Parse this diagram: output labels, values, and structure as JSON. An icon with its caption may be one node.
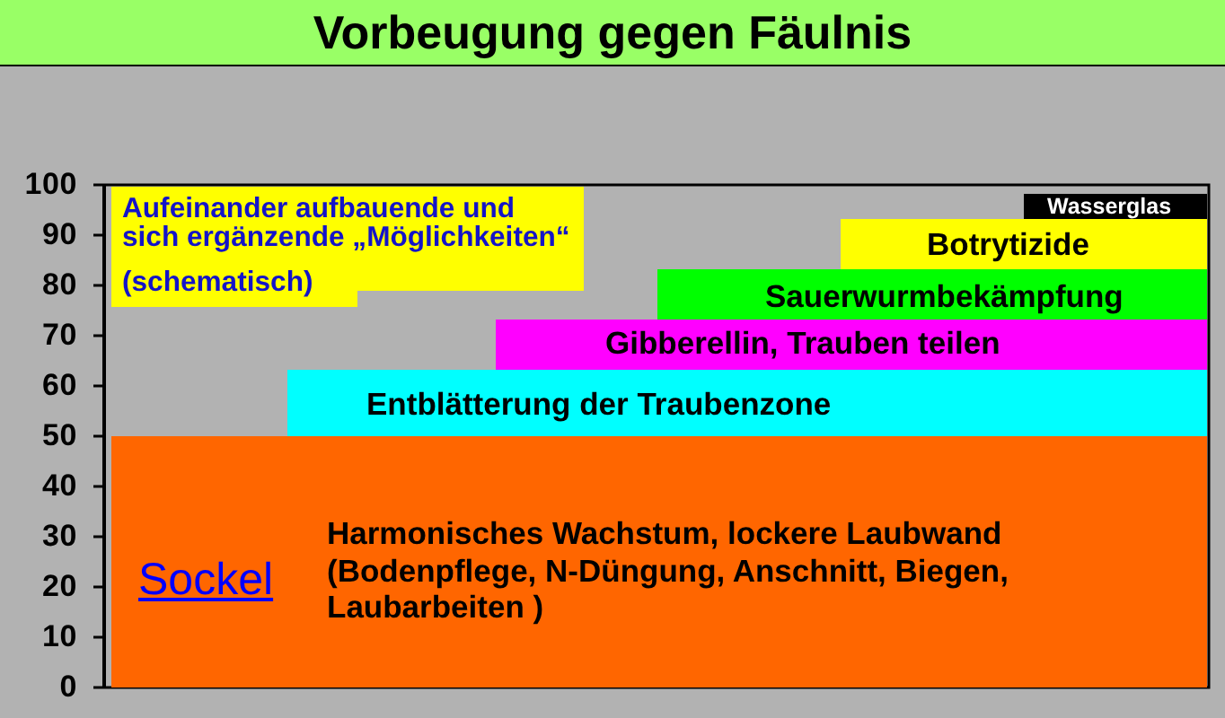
{
  "diagram": {
    "title": "Vorbeugung gegen Fäulnis",
    "nodes": [
      {
        "text": [
          "Aufeinander aufbauende und sich ergänzende „Möglichkeiten“",
          "(schematisch)"
        ]
      },
      {
        "text": [
          "Wasserglas"
        ]
      },
      {
        "text": [
          "Botrytizide"
        ]
      },
      {
        "text": [
          "Sauerwurmbekämpfung"
        ]
      },
      {
        "text": [
          "Gibberellin, Trauben teilen"
        ]
      },
      {
        "text": [
          "Entblätterung der Traubenzone"
        ]
      },
      {
        "text": [
          "Sockel",
          "Harmonisches Wachstum, lockere Laubwand (Bodenpflege, N-Düngung, Anschnitt, Biegen, Laubarbeiten )"
        ]
      }
    ],
    "labels": [
      "100",
      "90",
      "80",
      "70",
      "60",
      "50",
      "40",
      "30",
      "20",
      "10",
      "0"
    ]
  }
}
